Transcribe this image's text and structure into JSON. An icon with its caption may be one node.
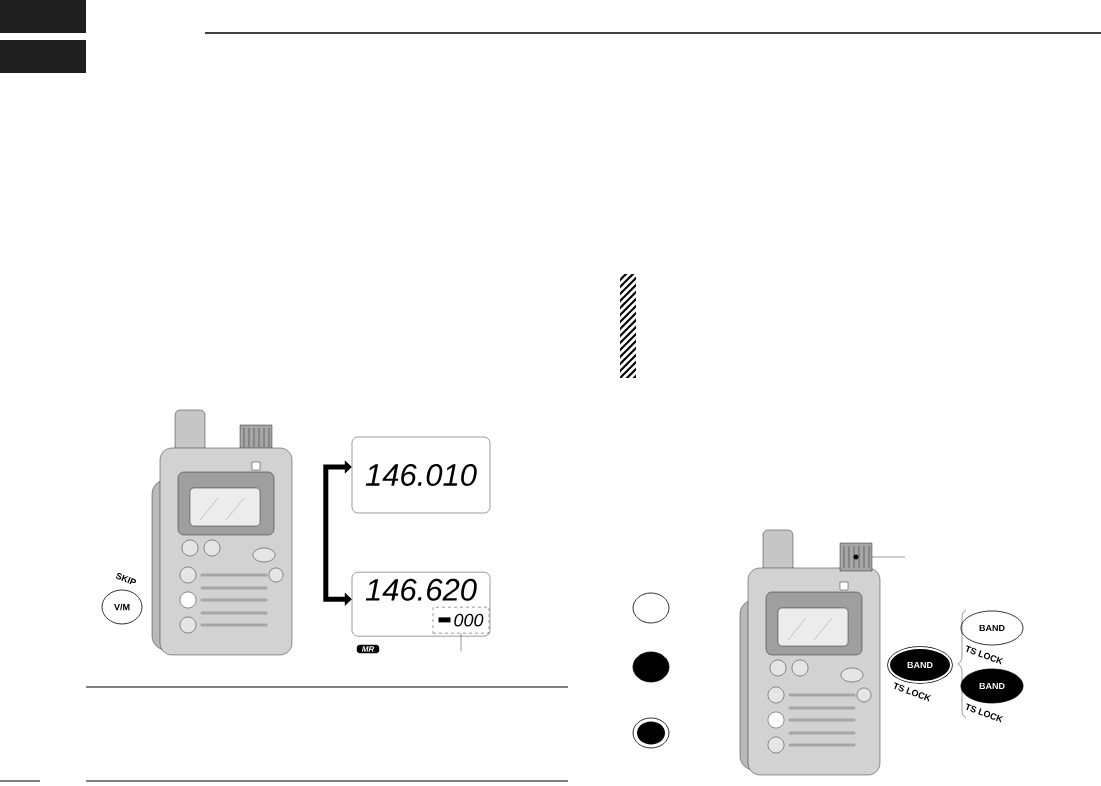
{
  "diagram": {
    "nodes": [
      {
        "text": [
          "V/M"
        ],
        "beside": [
          "SKIP"
        ]
      },
      {
        "text": [
          "146.010"
        ]
      },
      {
        "text": [
          "146.620"
        ]
      },
      {
        "text": [
          "000"
        ],
        "in": 2
      },
      {
        "text": [
          "MR"
        ]
      },
      {
        "text": [],
        "shape": "circle"
      },
      {
        "text": [],
        "shape": "circle"
      },
      {
        "text": [],
        "shape": "circle"
      },
      {
        "text": [],
        "shape": "cylinder"
      },
      {
        "text": [
          "BAND"
        ],
        "beside": [
          "TS LOCK"
        ]
      },
      {
        "text": [
          "BAND"
        ],
        "beside": [
          "TS LOCK"
        ]
      },
      {
        "text": [
          "BAND"
        ],
        "beside": [
          "TS LOCK"
        ]
      },
      {
        "text": [],
        "shape": "box"
      },
      {
        "text": [],
        "shape": "box"
      }
    ],
    "edges": [
      {
        "from": 1,
        "to": 2,
        "arrow": "both",
        "style": "thick"
      },
      {
        "from": null,
        "to": 3,
        "arrow": "none"
      },
      {
        "from": null,
        "to": 8,
        "arrow": "none"
      }
    ]
  }
}
